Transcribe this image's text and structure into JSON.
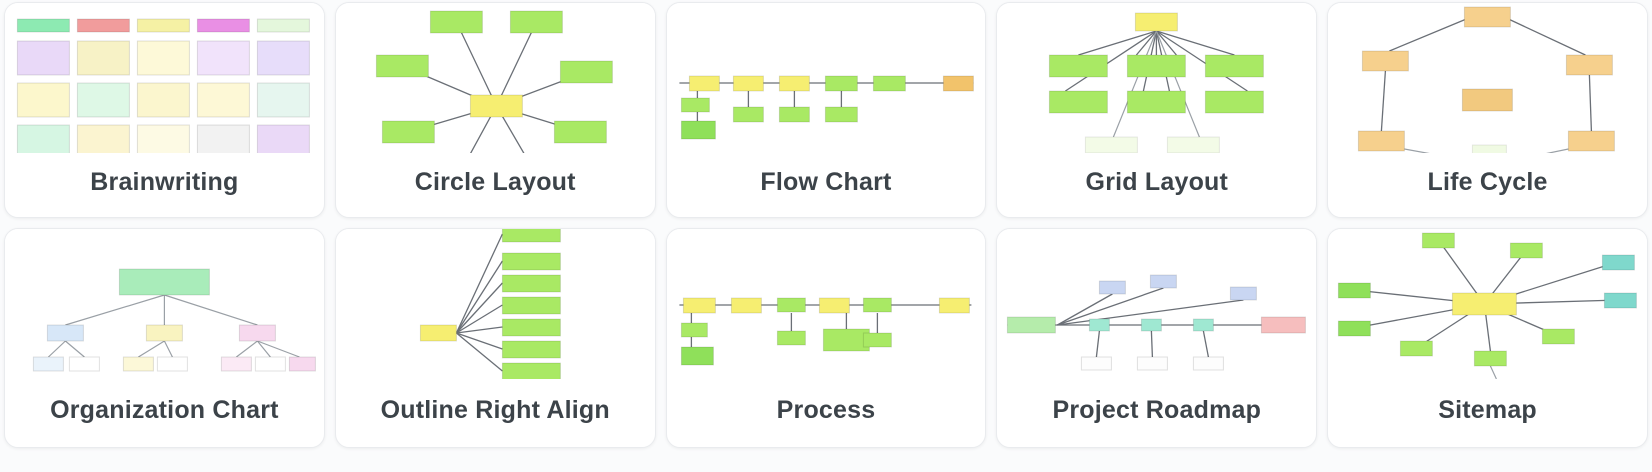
{
  "templates": [
    {
      "label": "Brainwriting"
    },
    {
      "label": "Circle Layout"
    },
    {
      "label": "Flow Chart"
    },
    {
      "label": "Grid Layout"
    },
    {
      "label": "Life Cycle"
    },
    {
      "label": "Organization Chart"
    },
    {
      "label": "Outline Right Align"
    },
    {
      "label": "Process"
    },
    {
      "label": "Project Roadmap"
    },
    {
      "label": "Sitemap"
    }
  ],
  "palette": {
    "yellow_node": "#f6ee71",
    "green_node": "#a9e964",
    "mint_node": "#a9ecba",
    "orange_node": "#f6d08d",
    "teal_node": "#9fe8d2",
    "lavender_node": "#c9d6f2",
    "pink_node": "#f6bebe",
    "card_background": "#ffffff",
    "label_color": "#3c4349"
  }
}
